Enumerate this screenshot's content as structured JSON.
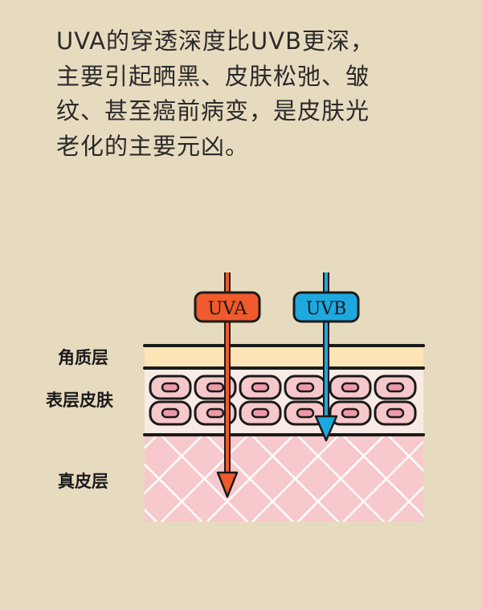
{
  "paragraph": {
    "lines": [
      "UVA的穿透深度比UVB更深，",
      "主要引起晒黑、皮肤松弛、皱",
      "纹、甚至癌前病变，是皮肤光",
      "老化的主要元凶。"
    ]
  },
  "diagram": {
    "layers": {
      "stratum_corneum": "角质层",
      "epidermis": "表层皮肤",
      "dermis": "真皮层"
    },
    "arrows": {
      "uva": "UVA",
      "uvb": "UVB"
    },
    "colors": {
      "uva": "#f05a2c",
      "uvb": "#1ea8e0",
      "stratum": "#fde4b4",
      "epidermis": "#f8ebe5",
      "cell": "#f6c8ca",
      "dermis": "#f7c8cc",
      "background": "#e7dbbf"
    }
  }
}
